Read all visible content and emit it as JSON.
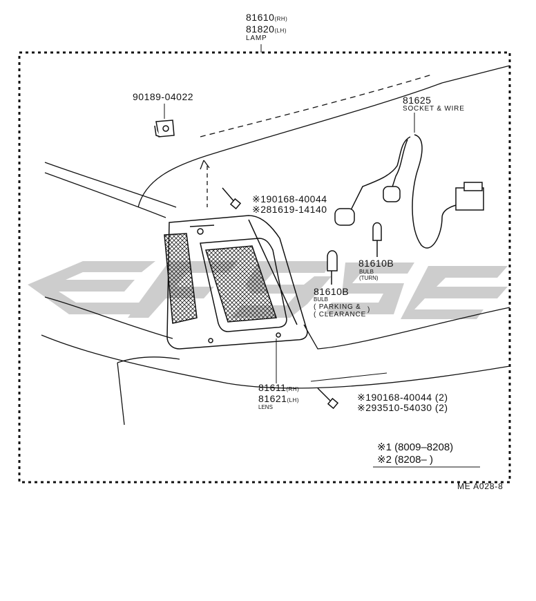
{
  "lamp": {
    "part_rh": "81610",
    "rh": "(RH)",
    "part_lh": "81820",
    "lh": "(LH)",
    "name": "LAMP"
  },
  "clip": {
    "part": "90189-04022"
  },
  "socket": {
    "part": "81625",
    "name": "SOCKET &  WIRE"
  },
  "screw_upper": {
    "line1": "※190168-40044",
    "line2": "※281619-14140"
  },
  "bulb_turn": {
    "part": "81610B",
    "name": "BULB",
    "desc": "(TURN)"
  },
  "bulb_parking": {
    "part": "81610B",
    "name": "BULB",
    "desc1": "( PARKING &",
    "desc2": "( CLEARANCE"
  },
  "lens": {
    "part_rh": "81611",
    "rh": "(RH)",
    "part_lh": "81621",
    "lh": "(LH)",
    "name": "LENS"
  },
  "screw_lower": {
    "line1": "※190168-40044 (2)",
    "line2": "※293510-54030 (2)"
  },
  "legend": {
    "line1_mark": "※1",
    "line1_range": "(8009–8208)",
    "line2_mark": "※2",
    "line2_range": "(8208–          )"
  },
  "ref_code": "ME A028-8",
  "colors": {
    "line": "#111111",
    "watermark": "#c8c8c8"
  }
}
